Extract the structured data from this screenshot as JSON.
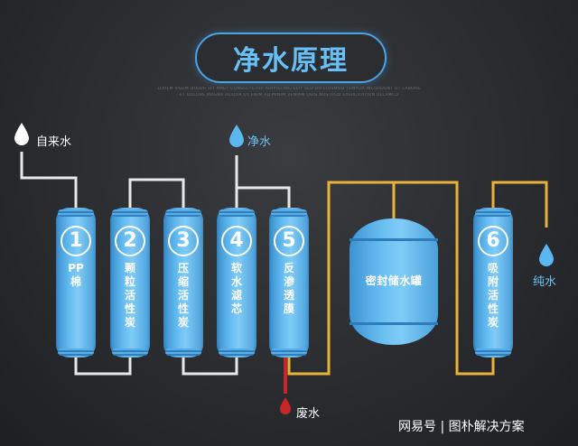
{
  "title": "净水原理",
  "caption_lines": [
    "LOREM IPSUM DOLOR SIT AMET CONSECTETUR ADIPISCING ELIT SED DO EIUSMOD TEMPOR INCIDIDUNT UT LABORE",
    "ET DOLORE MAGNA ALIQUA UT ENIM AD MINIM VENIAM QUIS NOSTRUD EXERCITATION ULLAMCO"
  ],
  "labels": {
    "tap_water": "自来水",
    "clean_water": "净水",
    "pure_water": "纯水",
    "waste_water": "废水"
  },
  "cartridges": [
    {
      "number": "1",
      "lines": [
        "PP",
        "棉"
      ]
    },
    {
      "number": "2",
      "lines": [
        "颗",
        "粒",
        "活",
        "性",
        "炭"
      ]
    },
    {
      "number": "3",
      "lines": [
        "压",
        "缩",
        "活",
        "性",
        "炭"
      ]
    },
    {
      "number": "4",
      "lines": [
        "软",
        "水",
        "滤",
        "芯"
      ]
    },
    {
      "number": "5",
      "lines": [
        "反",
        "渗",
        "透",
        "膜"
      ]
    },
    {
      "number": "6",
      "lines": [
        "吸",
        "附",
        "活",
        "性",
        "炭"
      ]
    }
  ],
  "tank_label": "密封储水罐",
  "watermark": "网易号 | 图朴解决方案",
  "colors": {
    "accent_blue": "#67bff5",
    "pipe_white": "#e8e8e8",
    "pipe_orange": "#e8b33a",
    "waste_red": "#c62828"
  }
}
